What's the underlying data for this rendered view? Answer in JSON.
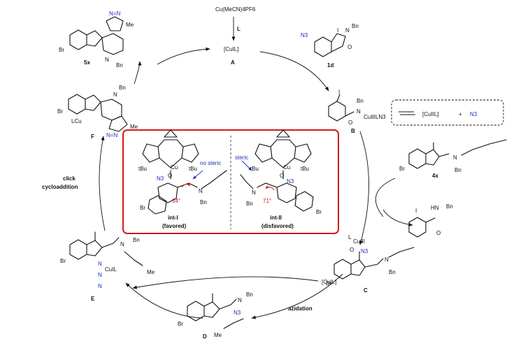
{
  "top": {
    "reagent": "Cu(MeCN)4PF6",
    "ligand": "L",
    "complex": "[CuIL]",
    "id": "A"
  },
  "reagent_1d": {
    "azide": "N3",
    "nitrogen": "N",
    "benzyl": "Bn",
    "id": "1d"
  },
  "species_B": {
    "bn": "Bn",
    "n": "N",
    "cu": "CuIIILN3",
    "id": "B"
  },
  "radical_box": {
    "complex": "[CuIIL]",
    "plus": "+",
    "azide_radical": "N3"
  },
  "substrate_4x": {
    "bn": "Bn",
    "n": "N",
    "br": "Br",
    "id": "4x"
  },
  "byproduct": {
    "nh": "HN",
    "bn": "Bn"
  },
  "species_C": {
    "l": "L",
    "cu": "CuIII",
    "o": "O",
    "n3": "N3",
    "n": "N",
    "bn": "Bn",
    "br": "Br",
    "id": "C"
  },
  "step_azidation": "azidation",
  "species_D": {
    "br": "Br",
    "n": "N",
    "bn": "Bn",
    "n3": "N3",
    "me": "Me",
    "id": "D"
  },
  "species_E": {
    "br": "Br",
    "n": "N",
    "bn": "Bn",
    "cu": "CuIL",
    "me": "Me",
    "id": "E"
  },
  "cuL_mid": "[CuIL]",
  "step_click": {
    "line1": "click",
    "line2": "cycloaddition"
  },
  "species_F": {
    "lcu": "LCu",
    "br": "Br",
    "n": "N",
    "bn": "Bn",
    "me": "Me",
    "id": "F"
  },
  "product_5x": {
    "br": "Br",
    "n": "N",
    "bn": "Bn",
    "me": "Me",
    "id": "5x"
  },
  "intI": {
    "note": "no steric",
    "tbu": "tBu",
    "cu": "Cu",
    "n3": "N3",
    "o": "O",
    "n": "N",
    "bn": "Bn",
    "br": "Br",
    "angle": "54°",
    "name": "int-I",
    "status": "(favored)"
  },
  "intII": {
    "note": "steric",
    "tbu": "tBu",
    "cu": "Cu",
    "n3": "N3",
    "o": "O",
    "n": "N",
    "bn": "Bn",
    "br": "Br",
    "angle": "71°",
    "name": "int-II",
    "status": "(disfavored)"
  },
  "colors": {
    "accent_box": "#d11b1b",
    "azide_blue": "#1c2fb5",
    "angle_red": "#d11b1b"
  }
}
